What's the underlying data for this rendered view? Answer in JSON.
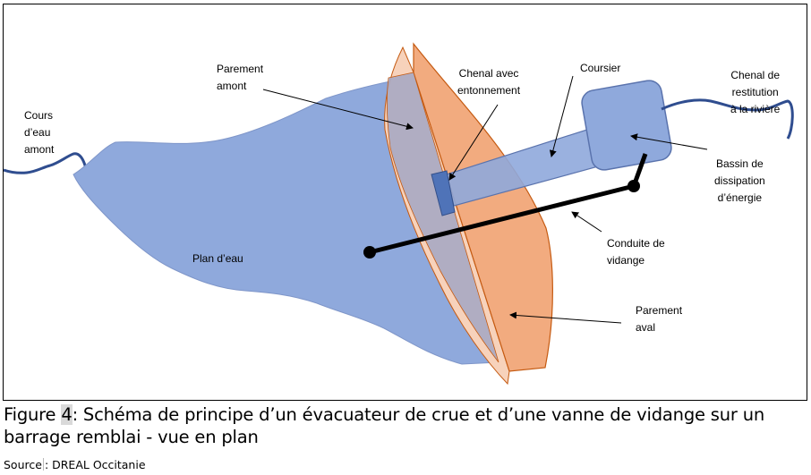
{
  "labels": {
    "cours_eau": [
      "Cours",
      "d’eau",
      "amont"
    ],
    "parement_amont": [
      "Parement",
      "amont"
    ],
    "chenal_entonnement": [
      "Chenal avec",
      "entonnement"
    ],
    "coursier": "Coursier",
    "chenal_restitution": [
      "Chenal de",
      "restitution",
      "à la rivière"
    ],
    "bassin_dissipation": [
      "Bassin de",
      "dissipation",
      "d’énergie"
    ],
    "plan_eau": "Plan d’eau",
    "conduite_vidange": [
      "Conduite de",
      "vidange"
    ],
    "parement_aval": [
      "Parement",
      "aval"
    ]
  },
  "caption": {
    "prefix": "Figure ",
    "number": "4",
    "rest": ": Schéma de principe d’un évacuateur de crue et d’une vanne de vidange sur un barrage remblai - vue en plan"
  },
  "source": {
    "word": "Source",
    "rest": ": DREAL Occitanie"
  },
  "colors": {
    "lake": "#8fa9dc",
    "river": "#2f4d8f",
    "dam_light": "#f7d2bb",
    "dam": "#f2ab7f",
    "dam_border": "#c55a11",
    "spillway": "#8fa9dc",
    "pipe": "#000000"
  }
}
